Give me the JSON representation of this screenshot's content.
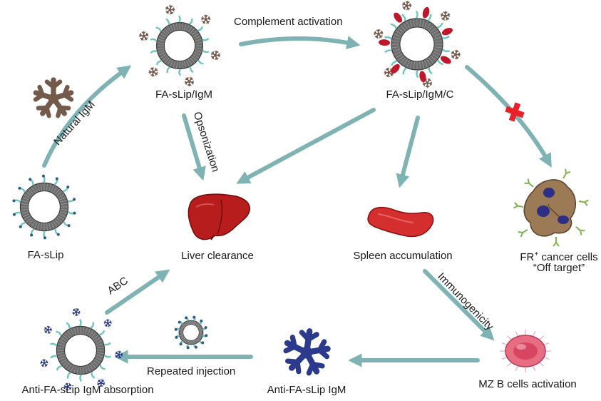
{
  "nodes": {
    "fa_slip": "FA-sLip",
    "fa_slip_igm": "FA-sLip/IgM",
    "fa_slip_igm_c": "FA-sLip/IgM/C",
    "liver": "Liver clearance",
    "spleen": "Spleen accumulation",
    "cancer_line1_pre": "FR",
    "cancer_line1_sup": "+",
    "cancer_line1_post": " cancer cells",
    "cancer_line2": "“Off target”",
    "mzb": "MZ B cells activation",
    "anti_igm": "Anti-FA-sLip IgM",
    "absorption": "Anti-FA-sLip IgM absorption"
  },
  "edges": {
    "natural_igm": "Natural IgM",
    "complement": "Complement activation",
    "opsonization": "Opsonization",
    "immunogenicity": "Immunogenicity",
    "repeated": "Repeated injection",
    "abc": "ABC"
  },
  "colors": {
    "arrow": "#7fb2b2",
    "membrane": "#6d6d6d",
    "pegs": "#6fc4c0",
    "natural_igm": "#735a4a",
    "anti_igm": "#2b3a8c",
    "complement": "#c0182a",
    "liver": "#b81d1d",
    "spleen": "#d42e2e",
    "cancer_cell": "#9b7a55",
    "nucleus": "#2c2f85",
    "mzb_cell": "#e0607a",
    "block_cross": "#e8202a"
  }
}
